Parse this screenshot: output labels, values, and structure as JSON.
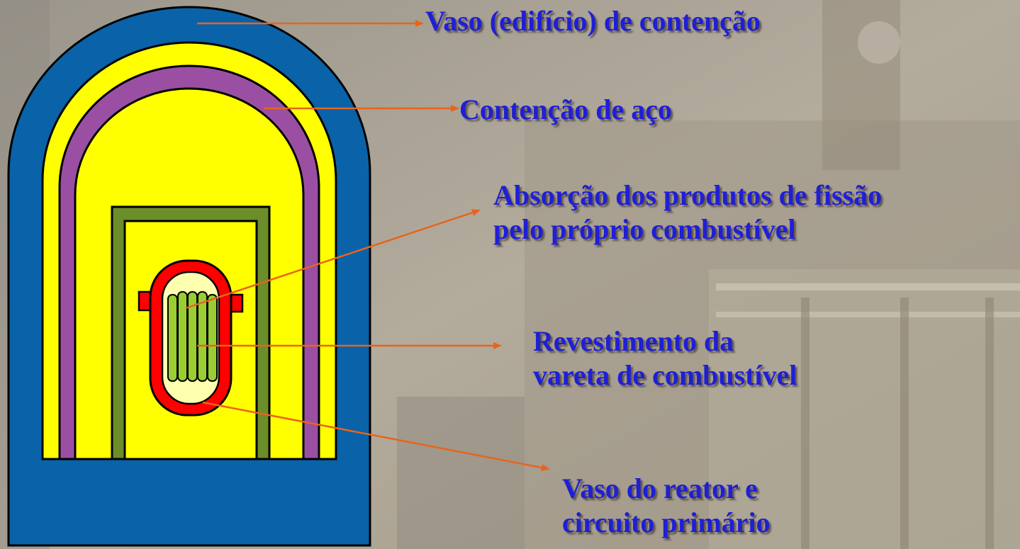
{
  "labels": {
    "containment_building": "Vaso (edifício) de contenção",
    "steel_containment": "Contenção de aço",
    "fuel_absorption_line1": "Absorção dos produtos de fissão",
    "fuel_absorption_line2": "pelo próprio combustível",
    "fuel_cladding_line1": "Revestimento da",
    "fuel_cladding_line2": "vareta de combustível",
    "reactor_vessel_line1": "Vaso do reator e",
    "reactor_vessel_line2": "circuito primário"
  },
  "colors": {
    "containment_building": "#0a62a8",
    "containment_fill": "#ffff00",
    "steel_containment": "#9b4fa3",
    "inner_structure": "#6b8e2a",
    "reactor_vessel": "#ff0000",
    "vessel_interior": "#ffffb0",
    "fuel_rods": "#9acd32",
    "arrow": "#e8641c",
    "label_text": "#1f1fd6"
  }
}
